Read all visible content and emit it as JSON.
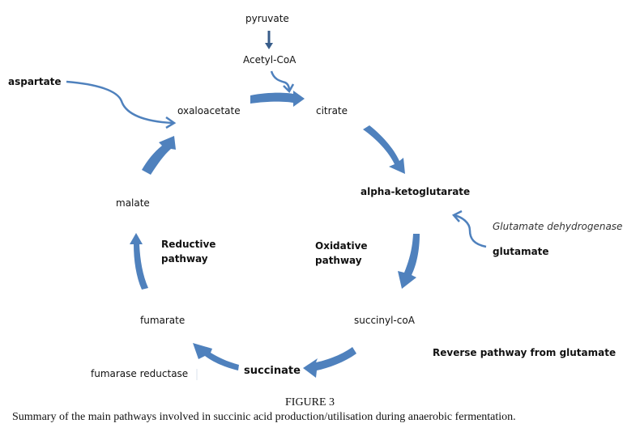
{
  "diagram": {
    "nodes": {
      "pyruvate": "pyruvate",
      "acetyl_coa": "Acetyl-CoA",
      "aspartate": "aspartate",
      "oxaloacetate": "oxaloacetate",
      "citrate": "citrate",
      "alpha_ketoglutarate": "alpha-ketoglutarate",
      "malate": "malate",
      "glutamate": "glutamate",
      "succinyl_coa": "succinyl-coA",
      "fumarate": "fumarate",
      "succinate": "succinate"
    },
    "annotations": {
      "glutamate_dehydrogenase": "Glutamate dehydrogenase",
      "reductive_pathway_line1": "Reductive",
      "reductive_pathway_line2": "pathway",
      "oxidative_pathway_line1": "Oxidative",
      "oxidative_pathway_line2": "pathway",
      "reverse_pathway": "Reverse pathway from glutamate",
      "fumarase_reductase": "fumarase reductase"
    },
    "edges": [
      {
        "from": "pyruvate",
        "to": "acetyl_coa"
      },
      {
        "from": "acetyl_coa",
        "to": "citrate"
      },
      {
        "from": "aspartate",
        "to": "oxaloacetate"
      },
      {
        "from": "oxaloacetate",
        "to": "citrate"
      },
      {
        "from": "citrate",
        "to": "alpha_ketoglutarate"
      },
      {
        "from": "alpha_ketoglutarate",
        "to": "succinyl_coa"
      },
      {
        "from": "glutamate",
        "to": "alpha_ketoglutarate"
      },
      {
        "from": "succinyl_coa",
        "to": "succinate"
      },
      {
        "from": "succinate",
        "to": "fumarate"
      },
      {
        "from": "fumarate",
        "to": "malate"
      },
      {
        "from": "malate",
        "to": "oxaloacetate"
      }
    ],
    "colors": {
      "arrow": "#4f81bd",
      "arrow_dark": "#385d8a"
    }
  },
  "caption": {
    "label": "FIGURE 3",
    "text": "Summary of the main pathways involved in succinic acid production/utilisation during anaerobic fermentation."
  }
}
